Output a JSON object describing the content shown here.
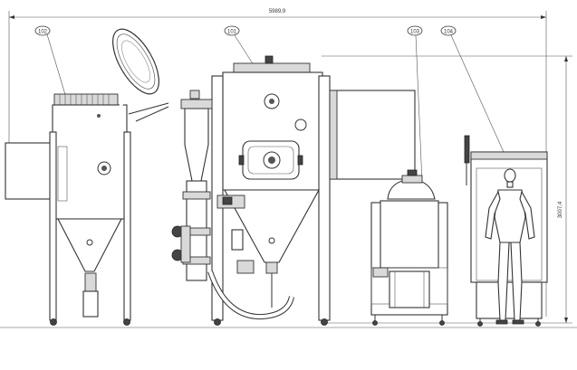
{
  "dimensions": {
    "overall_width": "5989,9",
    "overall_height": "3007,4"
  },
  "callouts": [
    {
      "id": "102"
    },
    {
      "id": "101"
    },
    {
      "id": "103"
    },
    {
      "id": "104"
    }
  ]
}
